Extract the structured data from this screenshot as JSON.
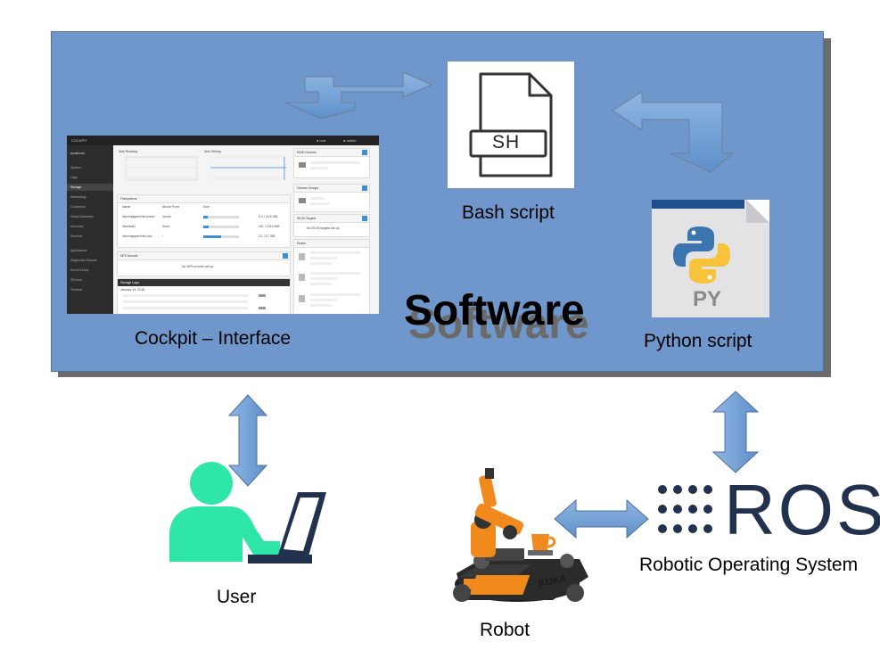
{
  "software": {
    "title": "Software"
  },
  "cockpit": {
    "caption": "Cockpit – Interface",
    "brand": "COCKPIT",
    "host": "localhost",
    "nav": [
      "System",
      "Logs",
      "Storage",
      "Networking",
      "Containers",
      "Virtual Machines",
      "Accounts",
      "Services",
      "Applications",
      "Diagnostic Reports",
      "Kernel Dump",
      "SELinux",
      "Terminal"
    ],
    "cards": {
      "reading": "Disk Reading",
      "writing": "Disk Writing",
      "raid": "RAID Devices",
      "volume": "Volume Groups",
      "iscsi": "iSCSI Targets",
      "drives": "Drives",
      "filesystems": "Filesystems",
      "nfs": "NFS Mounts",
      "logs": "Storage Logs"
    },
    "fs_headers": [
      "Name",
      "Mount Point",
      "Size"
    ],
    "fs_rows": [
      {
        "name": "/dev/mapper/rhel-home",
        "mount": "/home",
        "size": "5.4 / 44.5 GiB",
        "fill": 0.12
      },
      {
        "name": "/dev/sda1",
        "mount": "/boot",
        "size": "151 / 1014 MiB",
        "fill": 0.15
      },
      {
        "name": "/dev/mapper/rhel-root",
        "mount": "/",
        "size": "2.1 / 17 GiB",
        "fill": 0.5
      }
    ],
    "nfs_empty": "No NFS mounts set up",
    "log_date": "January 19, 2018",
    "iscsi_empty": "No iSCSI targets set up"
  },
  "bash": {
    "caption": "Bash script",
    "label": "SH"
  },
  "python": {
    "caption": "Python script",
    "label": "PY"
  },
  "user": {
    "caption": "User"
  },
  "robot": {
    "caption": "Robot",
    "brand": "KUKA"
  },
  "ros": {
    "logo": "ROS",
    "caption": "Robotic Operating System"
  },
  "colors": {
    "panel": "#6f97cb",
    "arrow": "#6b9bd2",
    "user": "#2ee6a8",
    "ros": "#22314e",
    "python_blue": "#3a75b0",
    "python_yellow": "#f8c33a",
    "robot_orange": "#f08a1c"
  }
}
